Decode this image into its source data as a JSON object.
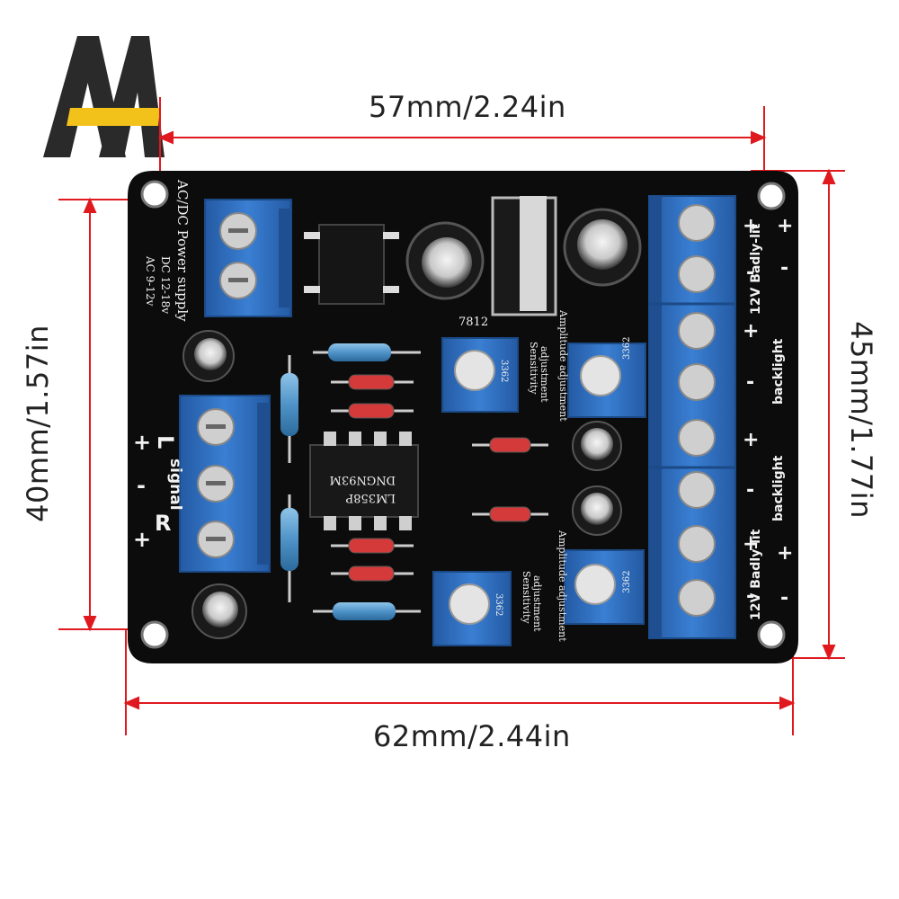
{
  "logo": {
    "text": "AA"
  },
  "dimensions": {
    "top_width": "57mm/2.24in",
    "bottom_width": "62mm/2.44in",
    "left_height": "40mm/1.57in",
    "right_height": "45mm/1.77in"
  },
  "silkscreen": {
    "power_title": "AC/DC Power supply",
    "power_dc": "DC 12-18v",
    "power_ac": "AC 9-12v",
    "regulator": "7812",
    "ic_line1": "LM358P",
    "ic_line2": "DNGN93M",
    "signal_label": "signal",
    "signal_L": "L",
    "signal_R": "R",
    "sens_1": "Sensitivity",
    "sens_2": "adjustment",
    "amp_1": "Amplitude adjustment",
    "pot_code": "3362",
    "body_lit": "12V Badly-lit",
    "backlight": "backlight",
    "plus": "+",
    "minus": "-"
  },
  "colors": {
    "pcb": "#0c0c0c",
    "terminal_blue": "#2f6fc4",
    "dimension_red": "#e0191f",
    "logo_dark": "#2a2a2a",
    "logo_yellow": "#f2c21b"
  }
}
